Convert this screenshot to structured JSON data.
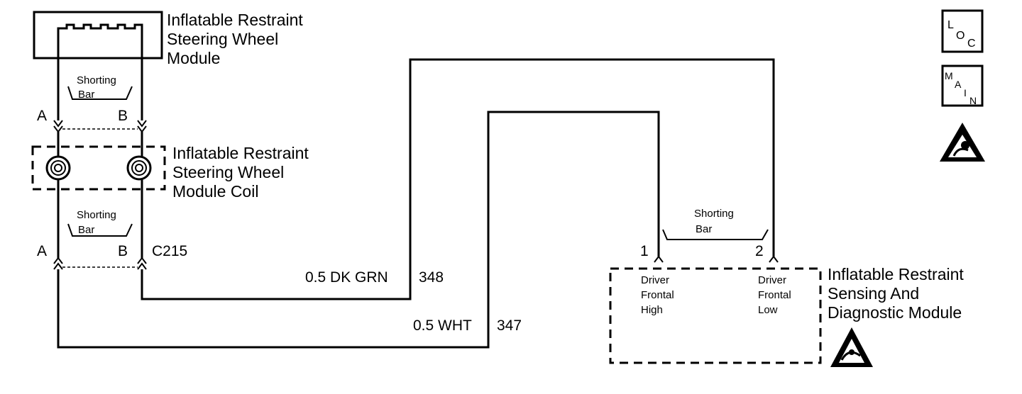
{
  "steering_module": {
    "line1": "Inflatable Restraint",
    "line2": "Steering Wheel",
    "line3": "Module"
  },
  "upper_shorting_bar": {
    "line1": "Shorting",
    "line2": "Bar"
  },
  "coil_module": {
    "line1": "Inflatable Restraint",
    "line2": "Steering Wheel",
    "line3": "Module Coil"
  },
  "lower_shorting_bar": {
    "line1": "Shorting",
    "line2": "Bar"
  },
  "connector": {
    "name": "C215",
    "pin_a": "A",
    "pin_b": "B"
  },
  "upper_pins": {
    "a": "A",
    "b": "B"
  },
  "wires": {
    "dk_grn": {
      "gauge_color": "0.5 DK GRN",
      "circuit": "348"
    },
    "wht": {
      "gauge_color": "0.5 WHT",
      "circuit": "347"
    }
  },
  "sdm": {
    "line1": "Inflatable Restraint",
    "line2": "Sensing And",
    "line3": "Diagnostic Module",
    "shorting_bar_line1": "Shorting",
    "shorting_bar_line2": "Bar",
    "pin1_num": "1",
    "pin1_name": [
      "Driver",
      "Frontal",
      "High"
    ],
    "pin2_num": "2",
    "pin2_name": [
      "Driver",
      "Frontal",
      "Low"
    ]
  },
  "icons": {
    "loc": "LOC",
    "main": "MAIN",
    "warning": "ESD-warning-icon"
  }
}
